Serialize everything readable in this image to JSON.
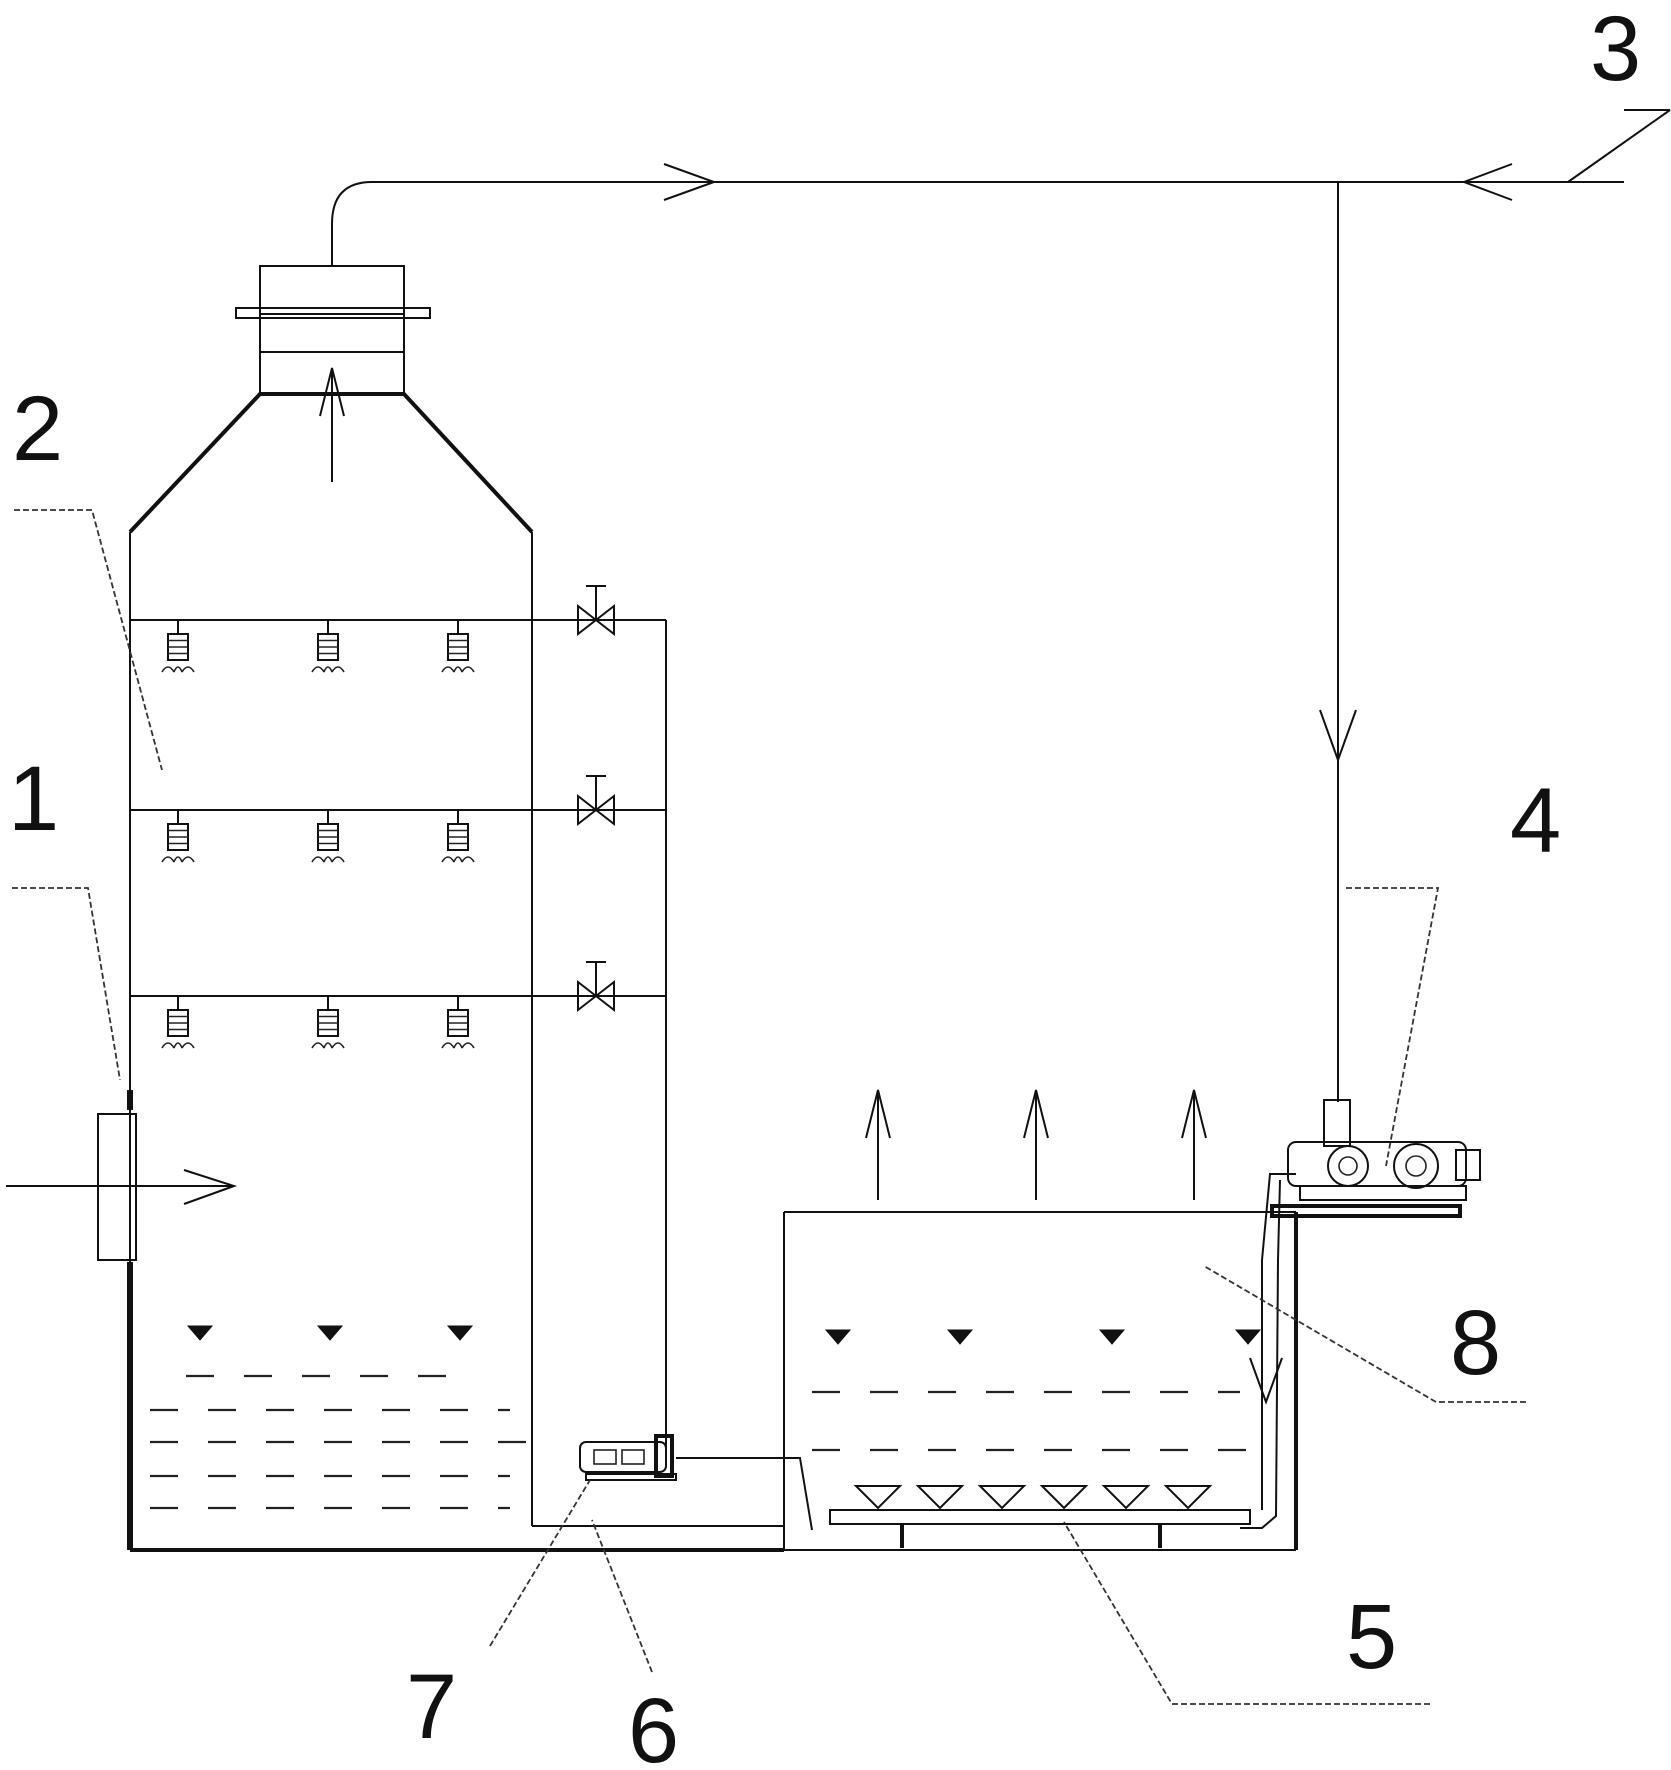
{
  "labels": [
    {
      "id": "1",
      "text": "1"
    },
    {
      "id": "2",
      "text": "2"
    },
    {
      "id": "3",
      "text": "3"
    },
    {
      "id": "4",
      "text": "4"
    },
    {
      "id": "5",
      "text": "5"
    },
    {
      "id": "6",
      "text": "6"
    },
    {
      "id": "7",
      "text": "7"
    },
    {
      "id": "8",
      "text": "8"
    }
  ],
  "colors": {
    "line": "#111111",
    "background": "#ffffff"
  }
}
